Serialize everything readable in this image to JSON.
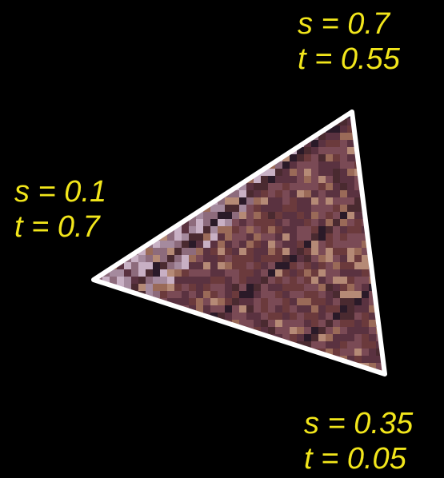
{
  "colors": {
    "background": "#000000",
    "label_text": "#f2e61b",
    "triangle_stroke": "#ffffff"
  },
  "texture": {
    "description_icon": "brick-wall-texture",
    "palette": [
      "#5a3240",
      "#6b3a3c",
      "#7a4a55",
      "#8d6b7c",
      "#a58a9e",
      "#c8b0c4",
      "#4a2a30",
      "#2a1a28",
      "#9a6a58",
      "#b58a76"
    ]
  },
  "vertices": {
    "top": {
      "s_label": "s = 0.7",
      "t_label": "t = 0.55",
      "s": 0.7,
      "t": 0.55
    },
    "left": {
      "s_label": "s = 0.1",
      "t_label": "t = 0.7",
      "s": 0.1,
      "t": 0.7
    },
    "bottom": {
      "s_label": "s = 0.35",
      "t_label": "t = 0.05",
      "s": 0.35,
      "t": 0.05
    }
  }
}
